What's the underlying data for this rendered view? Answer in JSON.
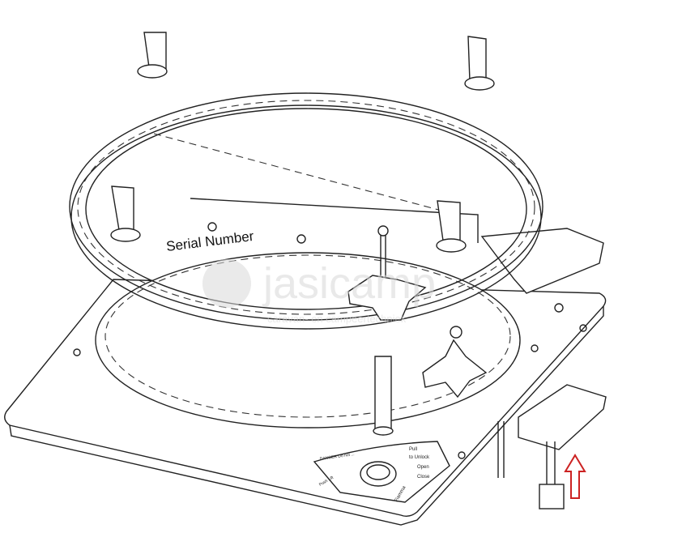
{
  "diagram": {
    "serial_label": "Serial Number",
    "plate_label": {
      "warning": "DANGER Do not ...",
      "pull": "Pull",
      "to_unlock": "to Unlock",
      "open": "Open",
      "close": "Close",
      "push_lift": "Push Lift",
      "brand": "Fiamma"
    },
    "watermark": {
      "brand": "jasicamp",
      "tagline": "caravan- en campeertechniek"
    },
    "arrow_color": "#cc2222"
  }
}
